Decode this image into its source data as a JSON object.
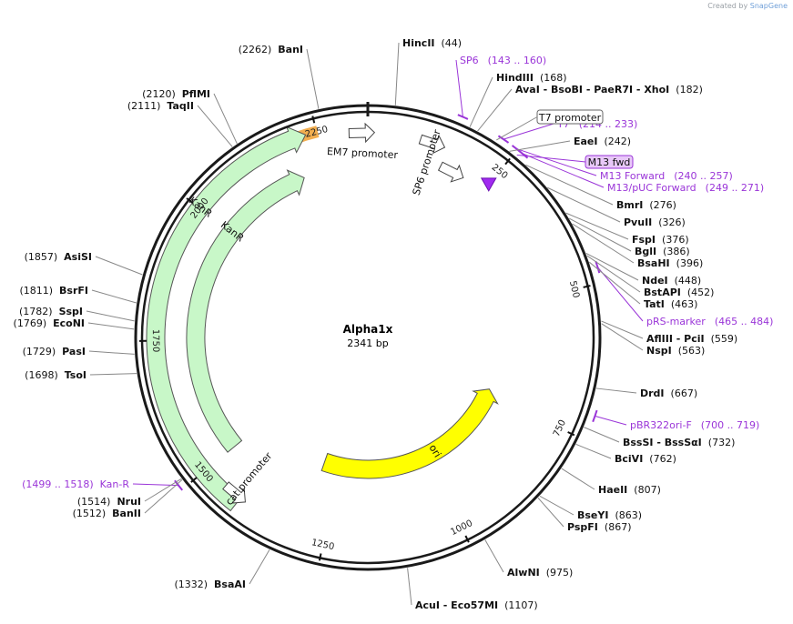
{
  "watermark": {
    "prefix": "Created by",
    "brand": "SnapGene"
  },
  "plasmid": {
    "name": "Alpha1x",
    "length_text": "2341 bp",
    "length": 2341
  },
  "colors": {
    "backbone": "#1a1a1a",
    "primer": "#9a35d8",
    "kanr": "#c8f7c8",
    "ori": "#ffff00",
    "highlight": "#f0a030"
  },
  "ticks": [
    {
      "pos": 250,
      "label": "250"
    },
    {
      "pos": 500,
      "label": "500"
    },
    {
      "pos": 750,
      "label": "750"
    },
    {
      "pos": 1000,
      "label": "1000"
    },
    {
      "pos": 1250,
      "label": "1250"
    },
    {
      "pos": 1500,
      "label": "1500"
    },
    {
      "pos": 1750,
      "label": "1750"
    },
    {
      "pos": 2000,
      "label": "2000"
    },
    {
      "pos": 2250,
      "label": "2250"
    }
  ],
  "features": [
    {
      "id": "ori",
      "label": "ori",
      "start": 735,
      "end": 1295,
      "lane": 3,
      "strand": -1,
      "color": "#ffff00"
    },
    {
      "id": "kanr-a",
      "label": "KanR",
      "start": 1420,
      "end": 2230,
      "lane": 1,
      "strand": 1,
      "color": "#c8f7c8"
    },
    {
      "id": "kanr-b",
      "label": "KanR",
      "start": 1500,
      "end": 2200,
      "lane": 2,
      "strand": 1,
      "color": "#c8f7c8"
    }
  ],
  "small_features": [
    {
      "id": "em7",
      "label": "EM7 promoter",
      "pos": 2330,
      "lane": 1
    },
    {
      "id": "sp6p",
      "label": "SP6 promoter",
      "pos": 120,
      "lane": 1
    },
    {
      "id": "sp6p2",
      "label": "",
      "pos": 175,
      "lane": 1.35
    },
    {
      "id": "cat",
      "label": "cat promoter",
      "pos": 1432,
      "lane": 1
    }
  ],
  "cut_sites": [
    {
      "name": "HincII",
      "pos_text": "(44)",
      "pos": 44,
      "side": "right",
      "row": 0
    },
    {
      "name": "HindIII",
      "pos_text": "(168)",
      "pos": 168,
      "side": "right",
      "row": 1
    },
    {
      "name": "AvaI - BsoBI - PaeR7I - XhoI",
      "pos_text": "(182)",
      "pos": 182,
      "side": "right",
      "row": 2
    },
    {
      "name": "EaeI",
      "pos_text": "(242)",
      "pos": 242,
      "side": "right",
      "row": 3
    },
    {
      "name": "BmrI",
      "pos_text": "(276)",
      "pos": 276,
      "side": "right",
      "row": 4
    },
    {
      "name": "PvuII",
      "pos_text": "(326)",
      "pos": 326,
      "side": "right",
      "row": 5
    },
    {
      "name": "FspI",
      "pos_text": "(376)",
      "pos": 376,
      "side": "right",
      "row": 6
    },
    {
      "name": "BglI",
      "pos_text": "(386)",
      "pos": 386,
      "side": "right",
      "row": 7
    },
    {
      "name": "BsaHI",
      "pos_text": "(396)",
      "pos": 396,
      "side": "right",
      "row": 8
    },
    {
      "name": "NdeI",
      "pos_text": "(448)",
      "pos": 448,
      "side": "right",
      "row": 9
    },
    {
      "name": "BstAPI",
      "pos_text": "(452)",
      "pos": 452,
      "side": "right",
      "row": 10
    },
    {
      "name": "TatI",
      "pos_text": "(463)",
      "pos": 463,
      "side": "right",
      "row": 11
    },
    {
      "name": "AflIII - PciI",
      "pos_text": "(559)",
      "pos": 559,
      "side": "right",
      "row": 12
    },
    {
      "name": "NspI",
      "pos_text": "(563)",
      "pos": 563,
      "side": "right",
      "row": 13
    },
    {
      "name": "DrdI",
      "pos_text": "(667)",
      "pos": 667,
      "side": "right",
      "row": 14
    },
    {
      "name": "BssSI - BssSαI",
      "pos_text": "(732)",
      "pos": 732,
      "side": "right",
      "row": 15
    },
    {
      "name": "BciVI",
      "pos_text": "(762)",
      "pos": 762,
      "side": "right",
      "row": 16
    },
    {
      "name": "HaeII",
      "pos_text": "(807)",
      "pos": 807,
      "side": "right",
      "row": 17
    },
    {
      "name": "BseYI",
      "pos_text": "(863)",
      "pos": 863,
      "side": "right",
      "row": 18
    },
    {
      "name": "PspFI",
      "pos_text": "(867)",
      "pos": 867,
      "side": "right",
      "row": 19
    },
    {
      "name": "AlwNI",
      "pos_text": "(975)",
      "pos": 975,
      "side": "right",
      "row": 20
    },
    {
      "name": "AcuI - Eco57MI",
      "pos_text": "(1107)",
      "pos": 1107,
      "side": "right",
      "row": 21
    },
    {
      "name": "BsaAI",
      "pos_text": "(1332)",
      "pos": 1332,
      "side": "left",
      "row": 0
    },
    {
      "name": "BanII",
      "pos_text": "(1512)",
      "pos": 1512,
      "side": "left",
      "row": 1
    },
    {
      "name": "NruI",
      "pos_text": "(1514)",
      "pos": 1514,
      "side": "left",
      "row": 2
    },
    {
      "name": "TsoI",
      "pos_text": "(1698)",
      "pos": 1698,
      "side": "left",
      "row": 3
    },
    {
      "name": "PasI",
      "pos_text": "(1729)",
      "pos": 1729,
      "side": "left",
      "row": 4
    },
    {
      "name": "EcoNI",
      "pos_text": "(1769)",
      "pos": 1769,
      "side": "left",
      "row": 5
    },
    {
      "name": "SspI",
      "pos_text": "(1782)",
      "pos": 1782,
      "side": "left",
      "row": 6
    },
    {
      "name": "BsrFI",
      "pos_text": "(1811)",
      "pos": 1811,
      "side": "left",
      "row": 7
    },
    {
      "name": "AsiSI",
      "pos_text": "(1857)",
      "pos": 1857,
      "side": "left",
      "row": 8
    },
    {
      "name": "TaqII",
      "pos_text": "(2111)",
      "pos": 2111,
      "side": "left",
      "row": 9
    },
    {
      "name": "PflMI",
      "pos_text": "(2120)",
      "pos": 2120,
      "side": "left",
      "row": 10
    },
    {
      "name": "BanI",
      "pos_text": "(2262)",
      "pos": 2262,
      "side": "left",
      "row": 11
    }
  ],
  "primers": [
    {
      "name": "SP6",
      "range": "(143 .. 160)",
      "start": 143,
      "end": 160,
      "side": "right"
    },
    {
      "name": "T7",
      "range": "(214 .. 233)",
      "start": 214,
      "end": 233,
      "side": "right"
    },
    {
      "name": "M13 Forward",
      "range": "(240 .. 257)",
      "start": 240,
      "end": 257,
      "side": "right"
    },
    {
      "name": "M13/pUC Forward",
      "range": "(249 .. 271)",
      "start": 249,
      "end": 271,
      "side": "right"
    },
    {
      "name": "pRS-marker",
      "range": "(465 .. 484)",
      "start": 465,
      "end": 484,
      "side": "right"
    },
    {
      "name": "pBR322ori-F",
      "range": "(700 .. 719)",
      "start": 700,
      "end": 719,
      "side": "right"
    },
    {
      "name": "Kan-R",
      "range": "(1499 .. 1518)",
      "start": 1499,
      "end": 1518,
      "side": "left"
    }
  ],
  "boxed_labels": [
    {
      "text": "T7 promoter",
      "kind": "feature"
    },
    {
      "text": "M13 fwd",
      "kind": "primer"
    }
  ]
}
